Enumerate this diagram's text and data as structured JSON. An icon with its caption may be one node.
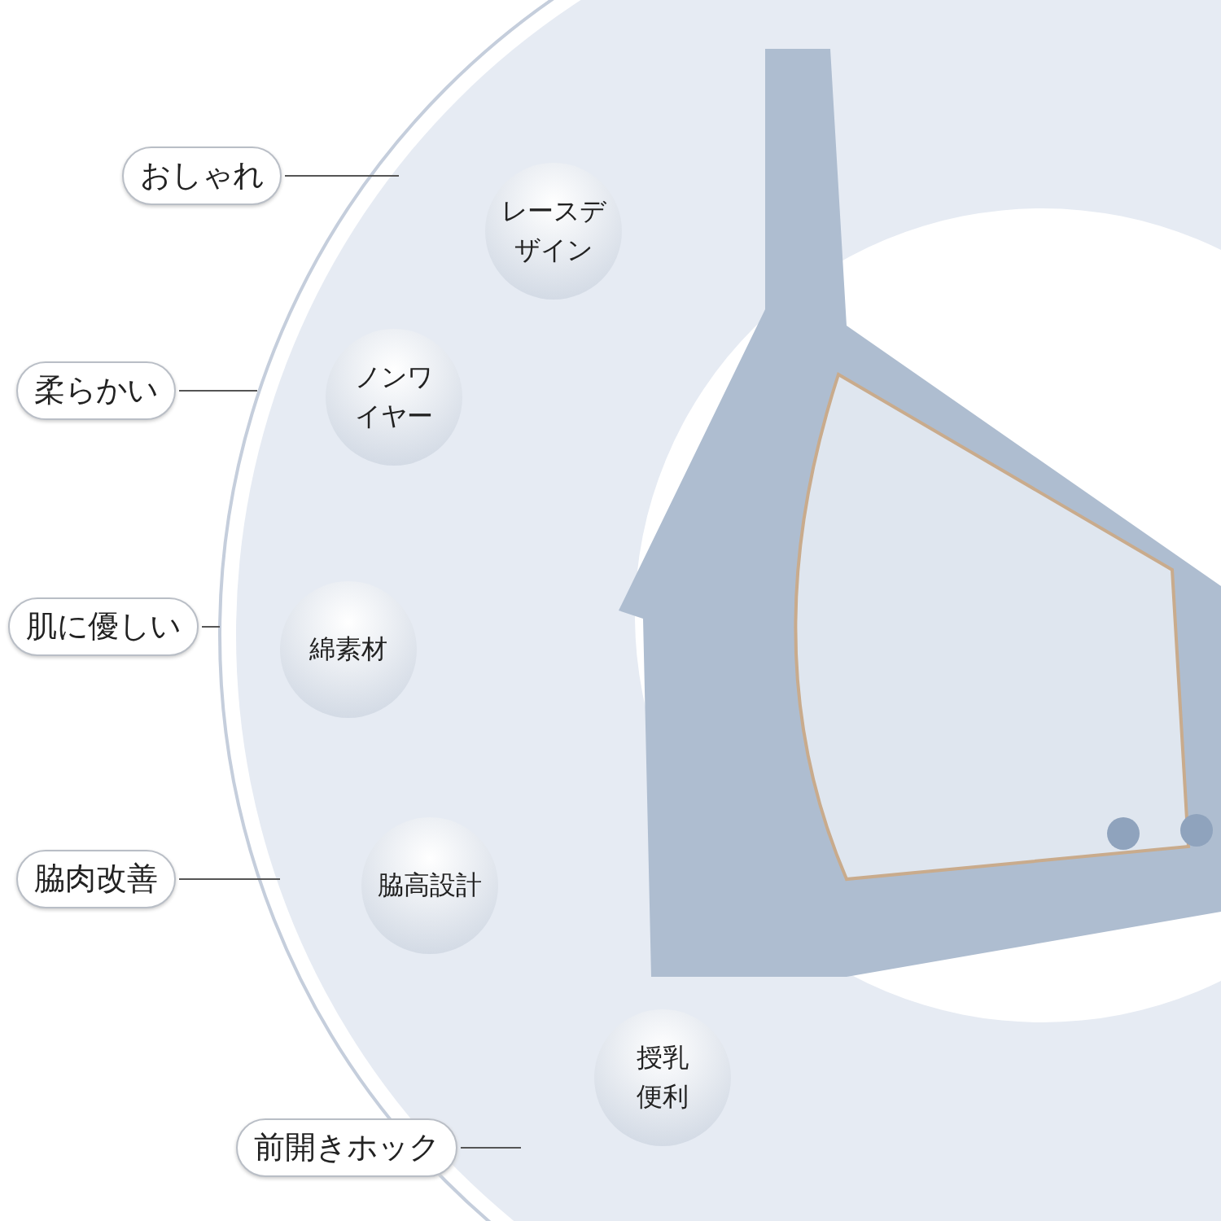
{
  "diagram": {
    "nodes": [
      {
        "text": [
          "おしゃれ"
        ]
      },
      {
        "text": [
          "柔らかい"
        ]
      },
      {
        "text": [
          "肌に優しい"
        ]
      },
      {
        "text": [
          "脇肉改善"
        ]
      },
      {
        "text": [
          "前開きホック"
        ]
      },
      {
        "text": [
          "レースデザイン"
        ]
      },
      {
        "text": [
          "ノンワイヤー"
        ]
      },
      {
        "text": [
          "綿素材"
        ]
      },
      {
        "text": [
          "脇高設計"
        ]
      },
      {
        "text": [
          "授乳便利"
        ]
      }
    ],
    "edges": [
      {
        "from": 0,
        "to": null,
        "arrow": "none"
      },
      {
        "from": 1,
        "to": null,
        "arrow": "none"
      },
      {
        "from": 2,
        "to": null,
        "arrow": "none"
      },
      {
        "from": 3,
        "to": null,
        "arrow": "none"
      },
      {
        "from": 4,
        "to": null,
        "arrow": "none"
      }
    ]
  }
}
